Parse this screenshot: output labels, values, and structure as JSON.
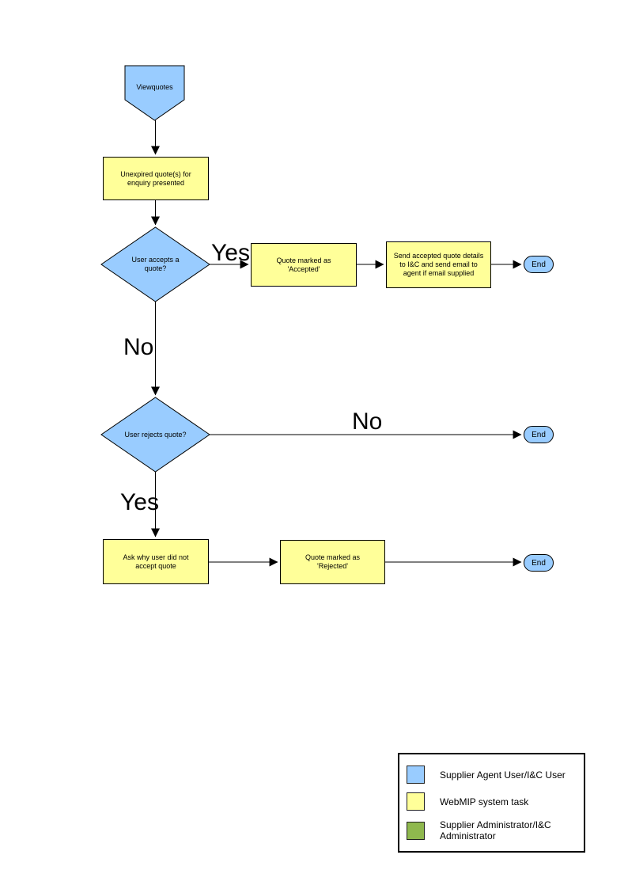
{
  "diagram": {
    "kind": "flowchart",
    "background": "#FFFFFF"
  },
  "colors": {
    "actor_blue": "#99CCFF",
    "system_task_yellow": "#FFFF99",
    "admin_green": "#8FB84E",
    "line": "#000000"
  },
  "nodes": {
    "start": {
      "type": "off-page-connector",
      "label": "Viewquotes"
    },
    "unexpired": {
      "type": "process",
      "label": "Unexpired quote(s) for enquiry presented"
    },
    "accepts": {
      "type": "decision",
      "label": "User accepts a quote?"
    },
    "accepted": {
      "type": "process",
      "label": "Quote  marked as 'Accepted'"
    },
    "send_details": {
      "type": "process",
      "label": "Send accepted quote details to I&C and send email to agent if email supplied"
    },
    "rejects": {
      "type": "decision",
      "label": "User rejects quote?"
    },
    "ask_why": {
      "type": "process",
      "label": "Ask why user did not accept quote"
    },
    "rejected": {
      "type": "process",
      "label": "Quote  marked as 'Rejected'"
    },
    "end1": {
      "type": "terminator",
      "label": "End"
    },
    "end2": {
      "type": "terminator",
      "label": "End"
    },
    "end3": {
      "type": "terminator",
      "label": "End"
    }
  },
  "edge_labels": {
    "accepts_yes": "Yes",
    "accepts_no": "No",
    "rejects_no": "No",
    "rejects_yes": "Yes"
  },
  "legend": {
    "items": [
      {
        "color": "#99CCFF",
        "label": "Supplier Agent User/I&C User"
      },
      {
        "color": "#FFFF99",
        "label": "WebMIP system task"
      },
      {
        "color": "#8FB84E",
        "label": "Supplier Administrator/I&C Administrator"
      }
    ]
  }
}
